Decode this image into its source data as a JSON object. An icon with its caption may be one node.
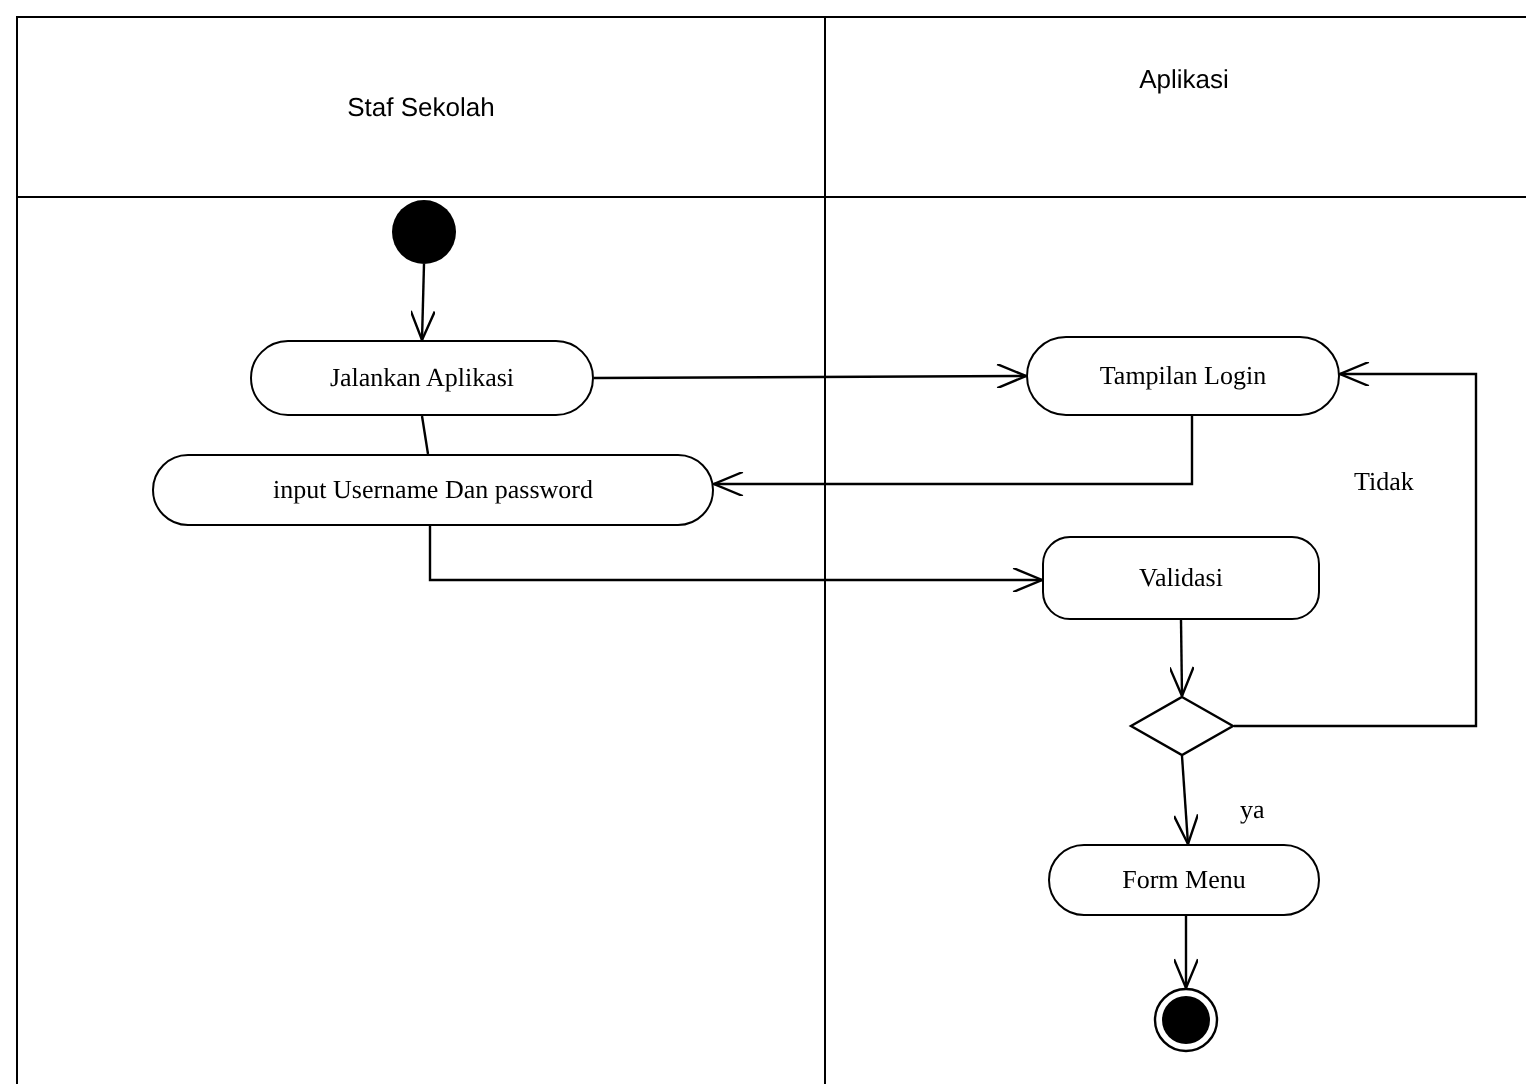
{
  "diagram": {
    "nodes": [
      {
        "text": [
          "Staf Sekolah"
        ]
      },
      {
        "text": [
          "Aplikasi"
        ]
      },
      {
        "text": [],
        "shape": "circle",
        "in": 0
      },
      {
        "text": [
          "Jalankan Aplikasi"
        ],
        "in": 0
      },
      {
        "text": [
          "input Username Dan password"
        ],
        "in": 0
      },
      {
        "text": [
          "Tampilan Login"
        ],
        "in": 1
      },
      {
        "text": [
          "Validasi"
        ],
        "in": 1
      },
      {
        "text": [],
        "shape": "diamond",
        "in": 1
      },
      {
        "text": [
          "Form Menu"
        ],
        "in": 1
      },
      {
        "text": [],
        "shape": "bullseye",
        "in": 1
      }
    ],
    "edges": [
      {
        "from": 2,
        "to": 3,
        "arrow": "to"
      },
      {
        "from": 3,
        "to": 4,
        "arrow": "none"
      },
      {
        "from": 3,
        "to": 5,
        "arrow": "to"
      },
      {
        "from": 5,
        "to": 4,
        "arrow": "to"
      },
      {
        "from": 4,
        "to": 6,
        "arrow": "to"
      },
      {
        "from": 6,
        "to": 7,
        "arrow": "to"
      },
      {
        "from": 7,
        "to": 5,
        "arrow": "to",
        "label": "Tidak"
      },
      {
        "from": 7,
        "to": 8,
        "arrow": "to",
        "label": "ya"
      },
      {
        "from": 8,
        "to": 9,
        "arrow": "to"
      }
    ]
  }
}
